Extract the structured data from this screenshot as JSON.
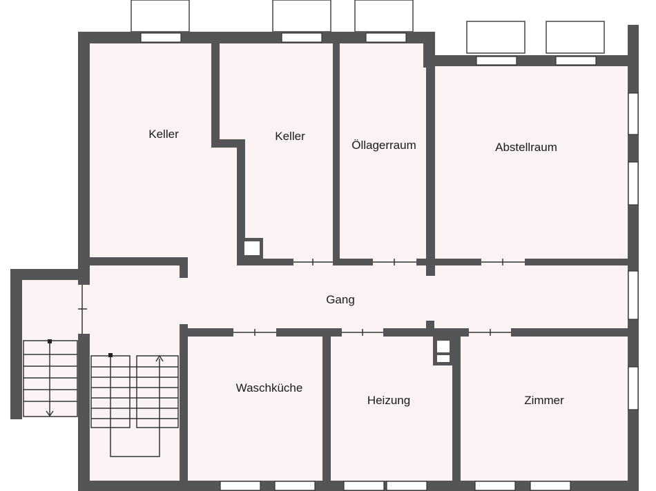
{
  "colors": {
    "background": "#ffffff",
    "floor": "#fbf3f3",
    "wall": "#555558",
    "window": "#ffffff",
    "line": "#333333"
  },
  "rooms": [
    {
      "id": "keller-1",
      "label": "Keller"
    },
    {
      "id": "keller-2",
      "label": "Keller"
    },
    {
      "id": "oellagerraum",
      "label": "Öllagerraum"
    },
    {
      "id": "abstellraum",
      "label": "Abstellraum"
    },
    {
      "id": "gang",
      "label": "Gang"
    },
    {
      "id": "waschkueche",
      "label": "Waschküche"
    },
    {
      "id": "heizung",
      "label": "Heizung"
    },
    {
      "id": "zimmer",
      "label": "Zimmer"
    }
  ]
}
